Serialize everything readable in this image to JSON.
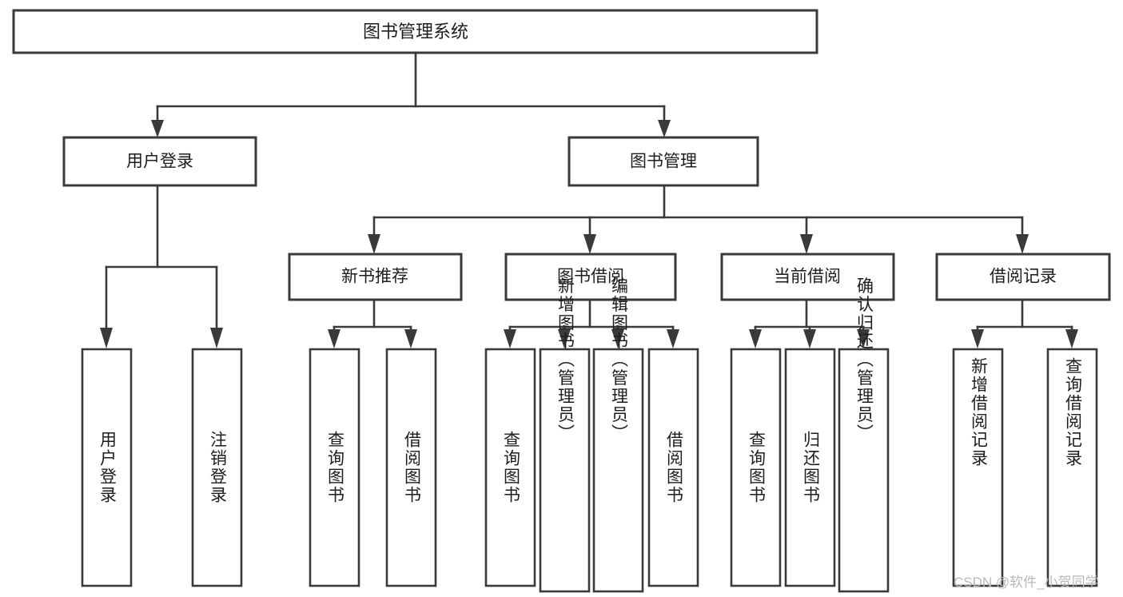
{
  "diagram": {
    "type": "tree-hierarchy",
    "title": "图书管理系统",
    "orientation": "top-down",
    "watermark": "CSDN @软件_小贺同学",
    "colors": {
      "box_stroke": "#3a3a3a",
      "box_fill": "#ffffff",
      "connector": "#3a3a3a",
      "text": "#1d1d1d",
      "watermark": "#b8b8b8",
      "background": "#ffffff"
    },
    "root": {
      "label": "图书管理系统"
    },
    "level2": [
      {
        "id": "user-login",
        "label": "用户登录"
      },
      {
        "id": "book-manage",
        "label": "图书管理"
      }
    ],
    "level3": [
      {
        "id": "new-book-recommend",
        "label": "新书推荐",
        "parent": "book-manage"
      },
      {
        "id": "book-borrow",
        "label": "图书借阅",
        "parent": "book-manage"
      },
      {
        "id": "current-borrow",
        "label": "当前借阅",
        "parent": "book-manage"
      },
      {
        "id": "borrow-record",
        "label": "借阅记录",
        "parent": "book-manage"
      }
    ],
    "leaves": {
      "user-login": [
        {
          "id": "leaf-user-login",
          "label": "用户登录"
        },
        {
          "id": "leaf-user-logout",
          "label": "注销登录"
        }
      ],
      "new-book-recommend": [
        {
          "id": "leaf-query-book-1",
          "label": "查询图书"
        },
        {
          "id": "leaf-borrow-book-1",
          "label": "借阅图书"
        }
      ],
      "book-borrow": [
        {
          "id": "leaf-query-book-2",
          "label": "查询图书"
        },
        {
          "id": "leaf-add-book",
          "label": "新增图书（管理员）"
        },
        {
          "id": "leaf-edit-book",
          "label": "编辑图书（管理员）"
        },
        {
          "id": "leaf-borrow-book-2",
          "label": "借阅图书"
        }
      ],
      "current-borrow": [
        {
          "id": "leaf-query-book-3",
          "label": "查询图书"
        },
        {
          "id": "leaf-return-book",
          "label": "归还图书"
        },
        {
          "id": "leaf-confirm-return",
          "label": "确认归还（管理员）"
        }
      ],
      "borrow-record": [
        {
          "id": "leaf-add-record",
          "label": "新增借阅记录"
        },
        {
          "id": "leaf-query-record",
          "label": "查询借阅记录"
        }
      ]
    }
  }
}
